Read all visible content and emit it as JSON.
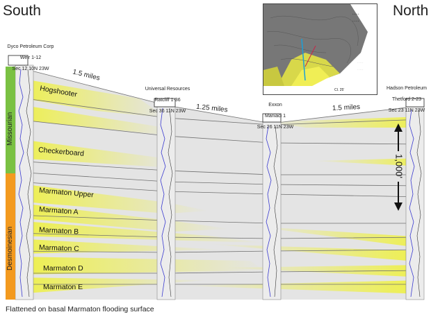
{
  "directions": {
    "left": "South",
    "right": "North"
  },
  "wells": [
    {
      "operator": "Dyco Petroleum Corp",
      "name": "Weir 1-12",
      "location": "Sec 12 10N 23W"
    },
    {
      "operator": "Universal Resources",
      "name": "Ratcliff 1-36",
      "location": "Sec 36 11N 23W"
    },
    {
      "operator": "Exxon",
      "name": "Maniaci 1",
      "location": "Sec 26 11N 23W"
    },
    {
      "operator": "Hadson Petroleum",
      "name": "Thetford 2-23",
      "location": "Sec 23 11N 23W"
    }
  ],
  "distances": [
    "1.5 miles",
    "1.25 miles",
    "1.5 miles"
  ],
  "stages": [
    {
      "label": "Missourian",
      "color": "#7ac143"
    },
    {
      "label": "Desmoinesian",
      "color": "#f39a1f"
    }
  ],
  "units": [
    "Hogshooter",
    "Checkerboard",
    "Marmaton Upper",
    "Marmaton A",
    "Marmaton B",
    "Marmaton C",
    "Marmaton D",
    "Marmaton E"
  ],
  "scale_label": "1,000'",
  "map_inset": {
    "scale_text": "CI. 25'"
  },
  "caption": "Flattened on basal Marmaton flooding surface",
  "colors": {
    "sand": "#eef04a",
    "shale": "#e2e2e2",
    "log_trace": "#3a3ad0"
  }
}
